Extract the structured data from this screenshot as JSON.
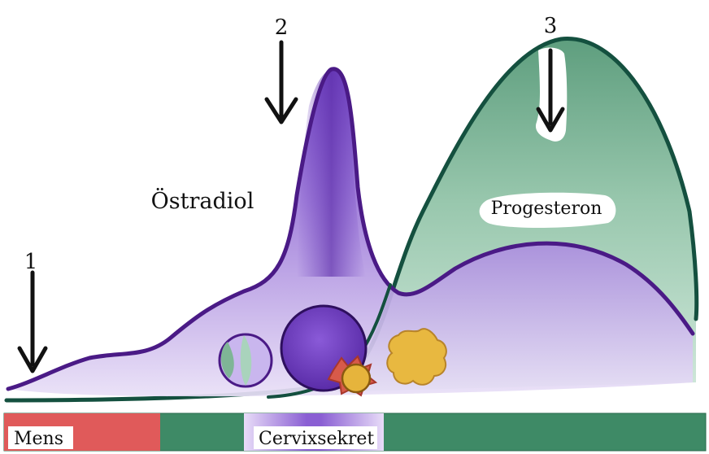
{
  "labels": {
    "estradiol": "Östradiol",
    "progesterone": "Progesteron"
  },
  "markers": [
    "1",
    "2",
    "3"
  ],
  "phase_bar": {
    "mens": "Mens",
    "cervix": "Cervixsekret"
  },
  "colors": {
    "estradiol_line": "#4a1a86",
    "estradiol_fill": "#b79be6",
    "estradiol_dark": "#6a3ac0",
    "progesterone_line": "#14503f",
    "progesterone_fill": "#9fcdb3",
    "mens_red": "#e05a5a",
    "green_bar": "#3e8a66",
    "purple_bar": "#8a5fd3",
    "follicle_orange": "#e6b43c",
    "follicle_red": "#d75a4a"
  },
  "icons": [
    "down-arrow-icon",
    "follicle-icon",
    "egg-cell-icon",
    "corpus-luteum-icon"
  ]
}
